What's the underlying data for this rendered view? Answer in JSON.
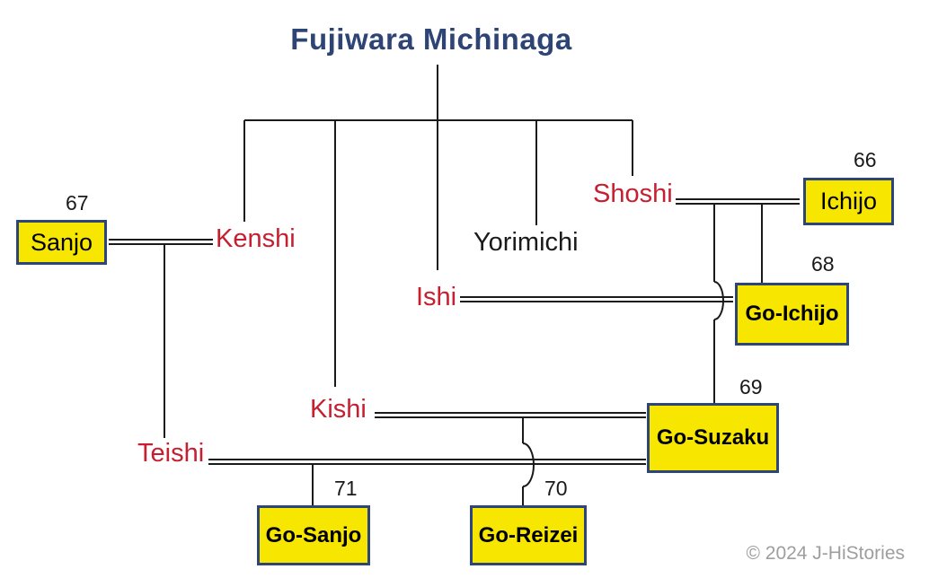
{
  "title": "Fujiwara Michinaga",
  "copyright": "© 2024 J-HiStories",
  "colors": {
    "title": "#2d4474",
    "red": "#c51f30",
    "black": "#1a1a1a",
    "yellow": "#f7e600",
    "border": "#2e4677",
    "line": "#1a1a1a",
    "gray": "#9e9e9e"
  },
  "people": {
    "kenshi": {
      "label": "Kenshi"
    },
    "yorimichi": {
      "label": "Yorimichi"
    },
    "ishi": {
      "label": "Ishi"
    },
    "shoshi": {
      "label": "Shoshi"
    },
    "kishi": {
      "label": "Kishi"
    },
    "teishi": {
      "label": "Teishi"
    }
  },
  "emperors": {
    "sanjo": {
      "label": "Sanjo",
      "number": "67"
    },
    "ichijo": {
      "label": "Ichijo",
      "number": "66"
    },
    "go_ichijo": {
      "label": "Go-Ichijo",
      "number": "68"
    },
    "go_suzaku": {
      "label": "Go-Suzaku",
      "number": "69"
    },
    "go_reizei": {
      "label": "Go-Reizei",
      "number": "70"
    },
    "go_sanjo": {
      "label": "Go-Sanjo",
      "number": "71"
    }
  }
}
